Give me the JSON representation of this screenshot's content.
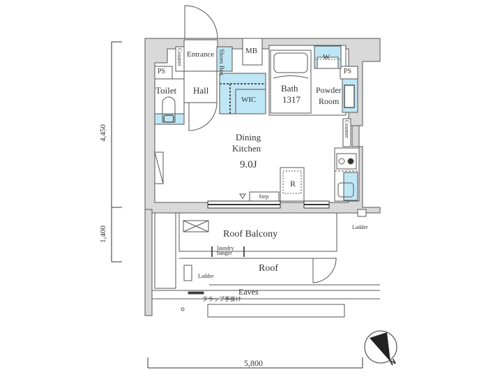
{
  "plan": {
    "rooms": {
      "entrance": "Entrance",
      "counter_entrance": "Counter",
      "shoes_box": "Shoes Box",
      "mb": "MB",
      "w": "W",
      "ps_left": "PS",
      "ps_right": "PS",
      "toilet": "Toilet",
      "hall": "Hall",
      "wic": "WIC",
      "bath": "Bath",
      "bath_size": "1317",
      "powder_room_1": "Powder",
      "powder_room_2": "Room",
      "counter_kitchen": "Counter",
      "dining_1": "Dining",
      "dining_2": "Kitchen",
      "dining_size": "9.0J",
      "refrigerator": "R",
      "step": "Step",
      "roof_balcony": "Roof Balcony",
      "laundry_1": "laundry",
      "laundry_2": "hanger",
      "roof": "Roof",
      "ladder_left": "Ladder",
      "ladder_right": "Ladder",
      "eaves": "Eaves",
      "trap_handle": "タラップ手掛け"
    },
    "dimensions": {
      "height_upper": "4,450",
      "height_lower": "1,400",
      "width": "5,800"
    },
    "compass": {
      "label": "N"
    },
    "colors": {
      "wall": "#d9d9d9",
      "wet_area": "#bfe6f5",
      "line": "#444444"
    }
  }
}
